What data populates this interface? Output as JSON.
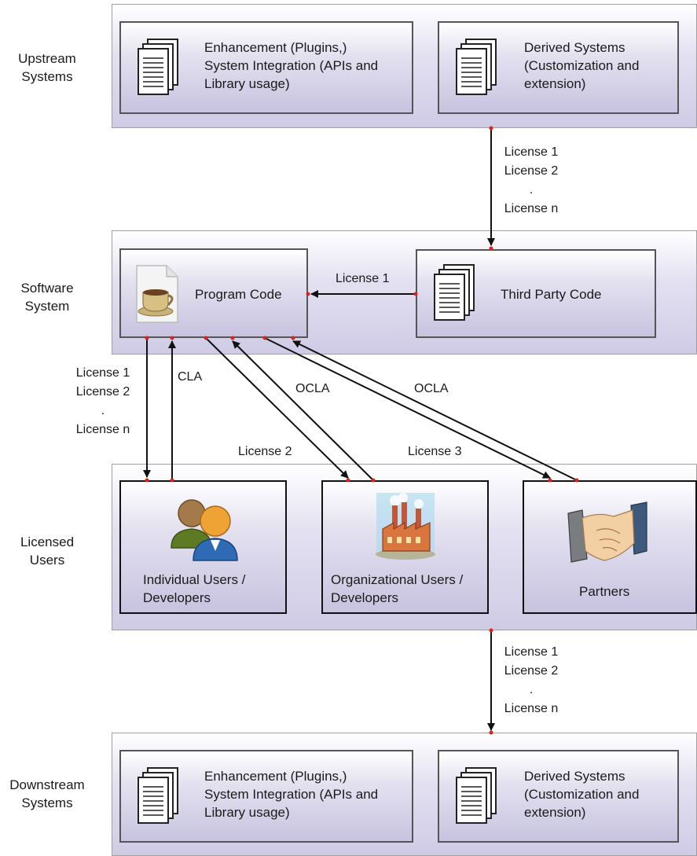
{
  "layers": {
    "upstream": "Upstream\nSystems",
    "software": "Software\nSystem",
    "licensed": "Licensed\nUsers",
    "downstream": "Downstream\nSystems"
  },
  "nodes": {
    "up_enhancement": "Enhancement (Plugins,)\nSystem Integration (APIs and\nLibrary usage)",
    "up_derived": "Derived Systems\n(Customization and\nextension)",
    "program_code": "Program Code",
    "third_party": "Third Party Code",
    "individual": "Individual Users /\nDevelopers",
    "organizational": "Organizational Users /\nDevelopers",
    "partners": "Partners",
    "down_enhancement": "Enhancement (Plugins,)\nSystem Integration (APIs and\nLibrary usage)",
    "down_derived": "Derived Systems\n(Customization and\nextension)"
  },
  "edges": {
    "upstream_licenses": [
      "License 1",
      "License 2",
      ".",
      "License n"
    ],
    "third_party_license": "License 1",
    "individual_licenses": [
      "License 1",
      "License 2",
      ".",
      "License n"
    ],
    "cla": "CLA",
    "ocla_org": "OCLA",
    "ocla_partners": "OCLA",
    "license_2": "License 2",
    "license_3": "License 3",
    "downstream_licenses": [
      "License 1",
      "License 2",
      ".",
      "License n"
    ]
  },
  "colors": {
    "connector_dot": "#e0201b",
    "arrow": "#111111",
    "band_border": "#a0a0a0"
  }
}
